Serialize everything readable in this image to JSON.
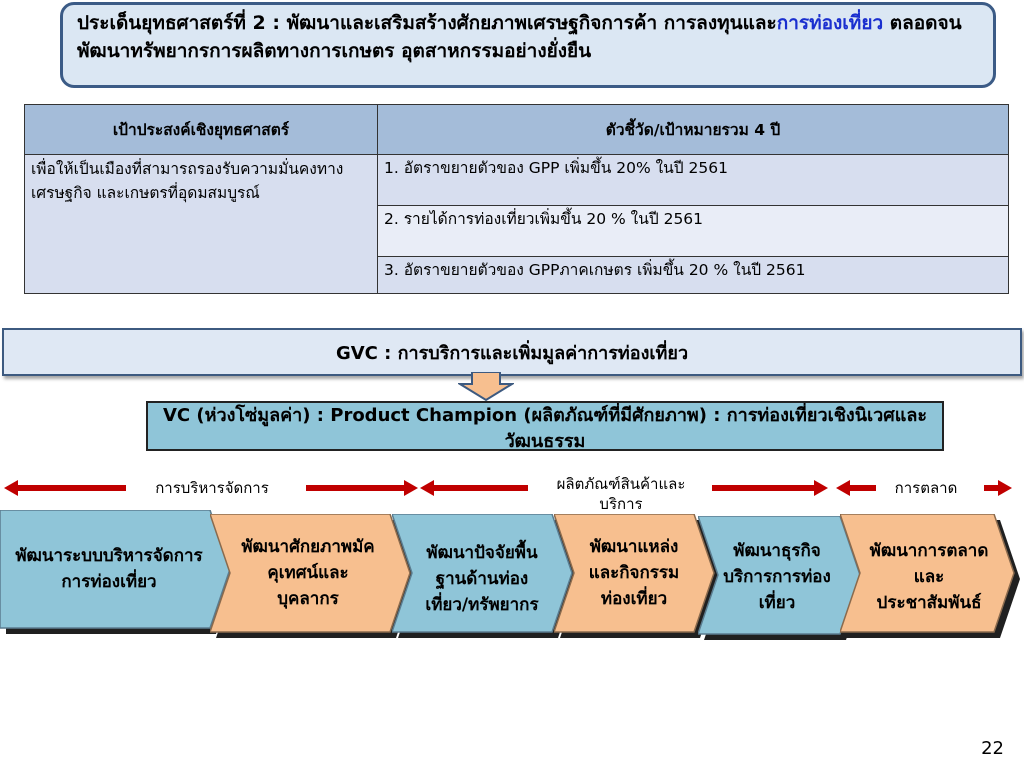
{
  "title": {
    "part1": "ประเด็นยุทธศาสตร์ที่ 2 : พัฒนาและเสริมสร้างศักยภาพเศรษฐกิจการค้า การลงทุนและ",
    "highlight": "การท่องเที่ยว",
    "part2": " ตลอดจนพัฒนาทรัพยากรการผลิตทางการเกษตร อุตสาหกรรมอย่างยั่งยืน"
  },
  "table": {
    "header_objective": "เป้าประสงค์เชิงยุทธศาสตร์",
    "header_indicator": "ตัวชี้วัด/เป้าหมายรวม 4 ปี",
    "objective": "เพื่อให้เป็นเมืองที่สามารถรองรับความมั่นคงทางเศรษฐกิจ และเกษตรที่อุดมสมบูรณ์",
    "indicators": [
      "1. อัตราขยายตัวของ GPP เพิ่มขึ้น 20% ในปี 2561",
      "2. รายได้การท่องเที่ยวเพิ่มขึ้น 20 % ในปี 2561",
      "3. อัตราขยายตัวของ GPPภาคเกษตร เพิ่มขึ้น 20 % ในปี 2561"
    ]
  },
  "gvc_text": "GVC : การบริการและเพิ่มมูลค่าการท่องเที่ยว",
  "vc_text": "VC (ห่วงโซ่มูลค่า) : Product Champion (ผลิตภัณฑ์ที่มีศักยภาพ) : การท่องเที่ยวเชิงนิเวศและวัฒนธรรม",
  "stage_labels": [
    "การบริหารจัดการ",
    "ผลิตภัณฑ์สินค้าและบริการ",
    "การตลาด"
  ],
  "chevrons": [
    "พัฒนาระบบบริหารจัดการการท่องเที่ยว",
    "พัฒนาศักยภาพมัคคุเทศน์และบุคลากร",
    "พัฒนาปัจจัยพื้นฐานด้านท่องเที่ยว/ทรัพยากร",
    "พัฒนาแหล่งและกิจกรรมท่องเที่ยว",
    "พัฒนาธุรกิจบริการการท่องเที่ยว",
    "พัฒนาการตลาดและประชาสัมพันธ์"
  ],
  "colors": {
    "blue_chevron": "#8fc5d8",
    "orange_chevron": "#f7bf8f",
    "red_arrow": "#c00000",
    "header_blue": "#a4bcd9"
  },
  "slide_number": "22"
}
